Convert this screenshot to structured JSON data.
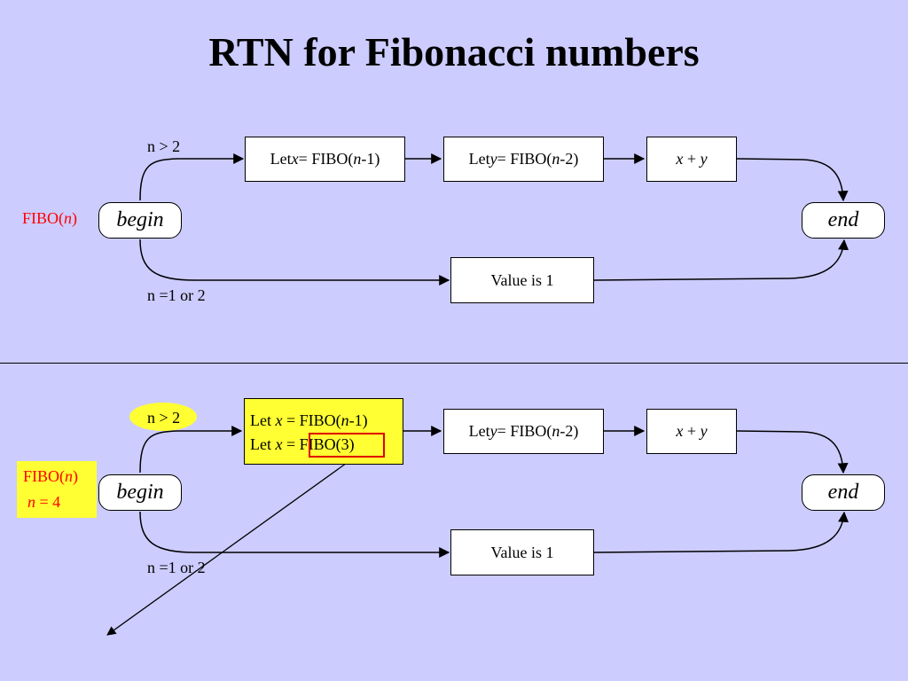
{
  "title": "RTN for Fibonacci numbers",
  "colors": {
    "background": "#ccccff",
    "highlight": "#ffff33",
    "emphasis": "#ff0000"
  },
  "top": {
    "fibo_label": {
      "prefix": "FIBO(",
      "var": "n",
      "suffix": ")"
    },
    "begin": "begin",
    "end": "end",
    "cond_gt": "n > 2",
    "cond_base": "n =1 or 2",
    "box1": {
      "a": "Let ",
      "v": "x",
      "b": " = FIBO(",
      "n": "n",
      "c": "-1)"
    },
    "box2": {
      "a": "Let ",
      "v": "y",
      "b": " = FIBO(",
      "n": "n",
      "c": "-2)"
    },
    "box3": {
      "x": "x",
      "op": " + ",
      "y": "y"
    },
    "base_box": "Value is 1"
  },
  "bottom": {
    "fibo_label": {
      "prefix": "FIBO(",
      "var": "n",
      "suffix": ")"
    },
    "n_value": {
      "var": "n",
      "rest": " = 4"
    },
    "begin": "begin",
    "end": "end",
    "cond_gt": "n > 2",
    "cond_base": "n =1 or 2",
    "box1_line1": {
      "a": "Let ",
      "v": "x",
      "b": " = FIBO(",
      "n": "n",
      "c": "-1)"
    },
    "box1_line2": {
      "a": "Let ",
      "v": "x",
      "b": " = ",
      "call": "FIBO(3)"
    },
    "box2": {
      "a": "Let ",
      "v": "y",
      "b": " = FIBO(",
      "n": "n",
      "c": "-2)"
    },
    "box3": {
      "x": "x",
      "op": " + ",
      "y": "y"
    },
    "base_box": "Value is 1"
  }
}
